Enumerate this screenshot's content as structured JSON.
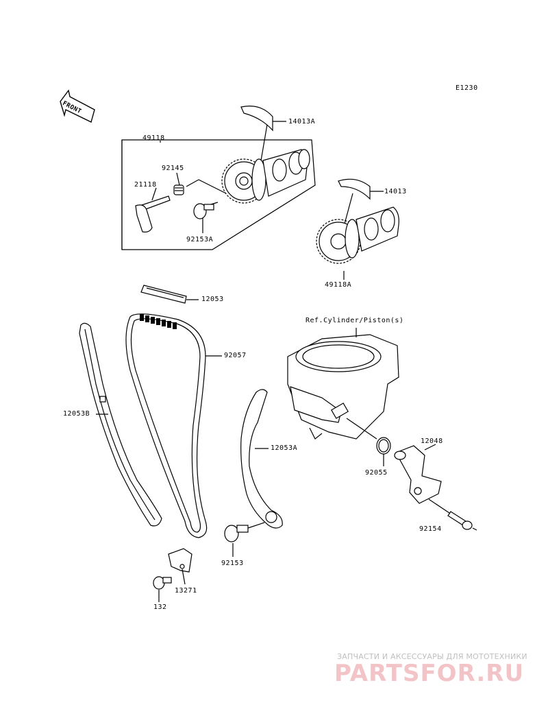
{
  "diagram_code": "E1230",
  "front_marker": "FRONT",
  "reference_note": "Ref.Cylinder/Piston(s)",
  "parts": {
    "p14013A": "14013A",
    "p49118": "49118",
    "p92145": "92145",
    "p21118": "21118",
    "p92153A": "92153A",
    "p14013": "14013",
    "p49118A": "49118A",
    "p12053": "12053",
    "p92057": "92057",
    "p12053B": "12053B",
    "p12053A": "12053A",
    "p12048": "12048",
    "p92055": "92055",
    "p92154": "92154",
    "p92153": "92153",
    "p13271": "13271",
    "p132": "132"
  },
  "watermark": {
    "tagline": "ЗАПЧАСТИ И АКСЕССУАРЫ ДЛЯ МОТОТЕХНИКИ",
    "brand": "PARTSFOR.RU"
  }
}
